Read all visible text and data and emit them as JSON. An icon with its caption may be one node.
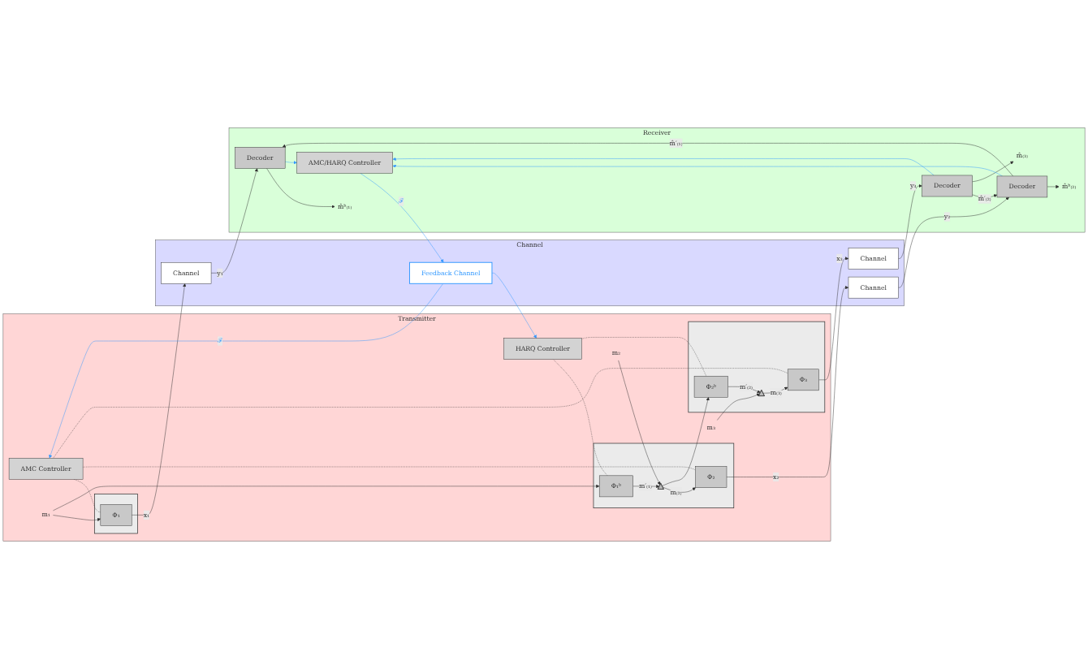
{
  "diagram": {
    "nodes": [
      {
        "text": [
          "Transmitter"
        ]
      },
      {
        "text": [
          "AMC Controller"
        ],
        "in": 0
      },
      {
        "text": [
          "HARQ Controller"
        ],
        "in": 0
      },
      {
        "text": [
          "m₁"
        ],
        "in": 0
      },
      {
        "text": [],
        "shape": "box",
        "in": 0
      },
      {
        "text": [
          "Φ₁"
        ],
        "in": 4
      },
      {
        "text": [],
        "shape": "box",
        "in": 0
      },
      {
        "text": [
          "Φ₁ᵇ"
        ],
        "in": 6
      },
      {
        "text": [
          "m₂"
        ],
        "in": 0
      },
      {
        "text": [],
        "shape": "triangle",
        "in": 6
      },
      {
        "text": [
          "Φ₂"
        ],
        "in": 6
      },
      {
        "text": [],
        "shape": "box",
        "in": 0
      },
      {
        "text": [
          "Φ₂ᵇ"
        ],
        "in": 11
      },
      {
        "text": [
          "m₃"
        ],
        "in": 0
      },
      {
        "text": [],
        "shape": "triangle",
        "in": 11
      },
      {
        "text": [
          "Φ₃"
        ],
        "in": 11
      },
      {
        "text": [
          "Channel"
        ]
      },
      {
        "text": [
          "Feedback Channel"
        ],
        "in": 16
      },
      {
        "text": [
          "Channel"
        ],
        "in": 16
      },
      {
        "text": [
          "Channel"
        ],
        "in": 16
      },
      {
        "text": [
          "Channel"
        ],
        "in": 16
      },
      {
        "text": [
          "Receiver"
        ]
      },
      {
        "text": [
          "AMC/HARQ Controller"
        ],
        "in": 21
      },
      {
        "text": [
          "Decoder"
        ],
        "in": 21
      },
      {
        "text": [
          "Decoder"
        ],
        "in": 21
      },
      {
        "text": [
          "Decoder"
        ],
        "in": 21
      },
      {
        "text": [
          "m̂ᵇ₍₁₎"
        ],
        "in": 21
      },
      {
        "text": [
          "m̂ᵇ₍₂₎"
        ],
        "in": 21
      },
      {
        "text": [
          "m̂₍₃₎"
        ],
        "in": 21
      }
    ],
    "edges": [
      {
        "from": 3,
        "to": 5,
        "arrow": "to"
      },
      {
        "from": 3,
        "to": 7,
        "arrow": "to"
      },
      {
        "from": 7,
        "to": 9,
        "arrow": "to",
        "label": "m′₍₁₎"
      },
      {
        "from": 8,
        "to": 9,
        "arrow": "to"
      },
      {
        "from": 9,
        "to": 10,
        "arrow": "to",
        "label": "m₍₂₎"
      },
      {
        "from": 9,
        "to": 12,
        "arrow": "to"
      },
      {
        "from": 12,
        "to": 14,
        "arrow": "to",
        "label": "m′₍₂₎"
      },
      {
        "from": 13,
        "to": 14,
        "arrow": "to"
      },
      {
        "from": 14,
        "to": 15,
        "arrow": "to",
        "label": "m₍₃₎"
      },
      {
        "from": 1,
        "to": 5,
        "arrow": "none",
        "style": "dashed"
      },
      {
        "from": 1,
        "to": 10,
        "arrow": "none",
        "style": "dashed"
      },
      {
        "from": 1,
        "to": 15,
        "arrow": "none",
        "style": "dashed"
      },
      {
        "from": 2,
        "to": 7,
        "arrow": "none",
        "style": "dashed"
      },
      {
        "from": 2,
        "to": 12,
        "arrow": "none",
        "style": "dashed"
      },
      {
        "from": 5,
        "to": 18,
        "arrow": "to",
        "label": "x₁"
      },
      {
        "from": 10,
        "to": 19,
        "arrow": "to",
        "label": "x₂"
      },
      {
        "from": 15,
        "to": 20,
        "arrow": "to",
        "label": "x₃"
      },
      {
        "from": 18,
        "to": 23,
        "arrow": "to",
        "label": "y₁"
      },
      {
        "from": 19,
        "to": 24,
        "arrow": "to",
        "label": "y₂"
      },
      {
        "from": 20,
        "to": 25,
        "arrow": "to",
        "label": "y₃"
      },
      {
        "from": 24,
        "to": 23,
        "arrow": "to",
        "label": "m̂′₍₁₎"
      },
      {
        "from": 25,
        "to": 24,
        "arrow": "to",
        "label": "m̂′₍₂₎"
      },
      {
        "from": 23,
        "to": 26,
        "arrow": "to"
      },
      {
        "from": 24,
        "to": 27,
        "arrow": "to"
      },
      {
        "from": 25,
        "to": 28,
        "arrow": "to"
      },
      {
        "from": 23,
        "to": 22,
        "arrow": "to",
        "color": "#3399ff"
      },
      {
        "from": 24,
        "to": 22,
        "arrow": "to",
        "color": "#3399ff"
      },
      {
        "from": 25,
        "to": 22,
        "arrow": "to",
        "color": "#3399ff"
      },
      {
        "from": 22,
        "to": 17,
        "arrow": "to",
        "color": "#3399ff",
        "label": "ℱ"
      },
      {
        "from": 17,
        "to": 1,
        "arrow": "to",
        "color": "#3399ff",
        "label": "ℱ"
      },
      {
        "from": 17,
        "to": 2,
        "arrow": "to",
        "color": "#3399ff"
      }
    ]
  }
}
